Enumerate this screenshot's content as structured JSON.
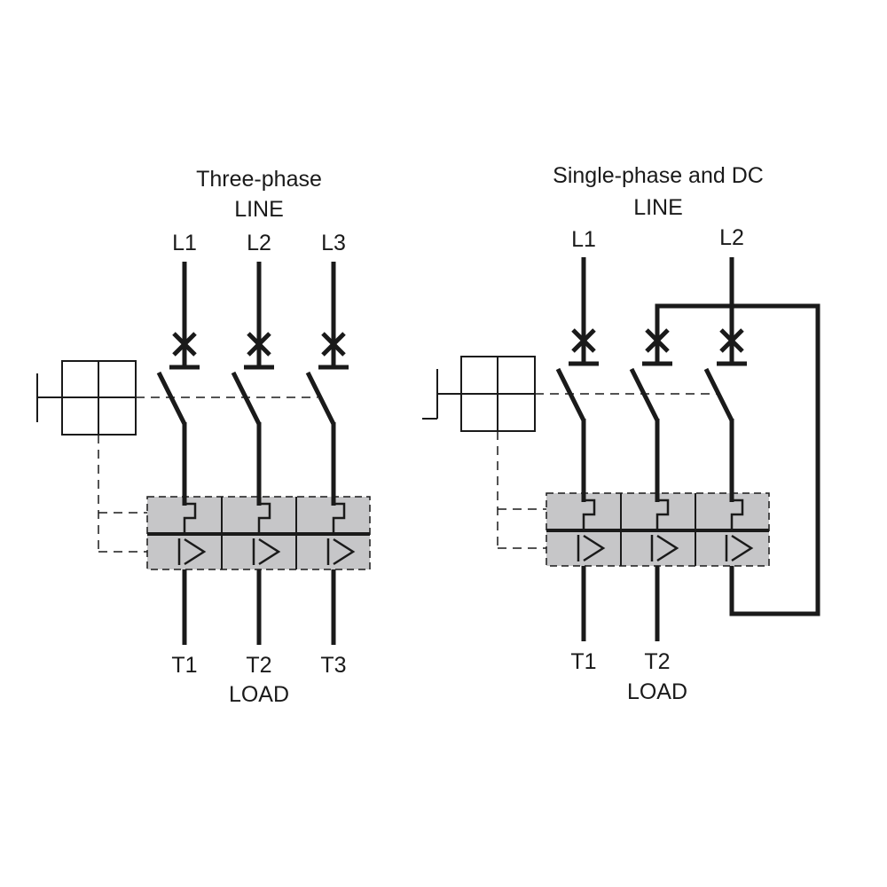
{
  "colors": {
    "ink": "#1a1a1a",
    "trip_unit_fill": "#c6c6c8",
    "background": "#ffffff"
  },
  "three_phase": {
    "title": "Three-phase",
    "line_label": "LINE",
    "line_terminals": [
      "L1",
      "L2",
      "L3"
    ],
    "load_terminals": [
      "T1",
      "T2",
      "T3"
    ],
    "load_label": "LOAD"
  },
  "single_phase": {
    "title": "Single-phase and DC",
    "line_label": "LINE",
    "line_terminals": [
      "L1",
      "L2"
    ],
    "load_terminals": [
      "T1",
      "T2"
    ],
    "load_label": "LOAD"
  },
  "icons": {
    "contact": "circuit-breaker-contact-icon",
    "thermal": "thermal-trip-element-icon",
    "magnetic": "magnetic-trip-element-icon",
    "operator": "rotary-handle-operator-icon"
  }
}
